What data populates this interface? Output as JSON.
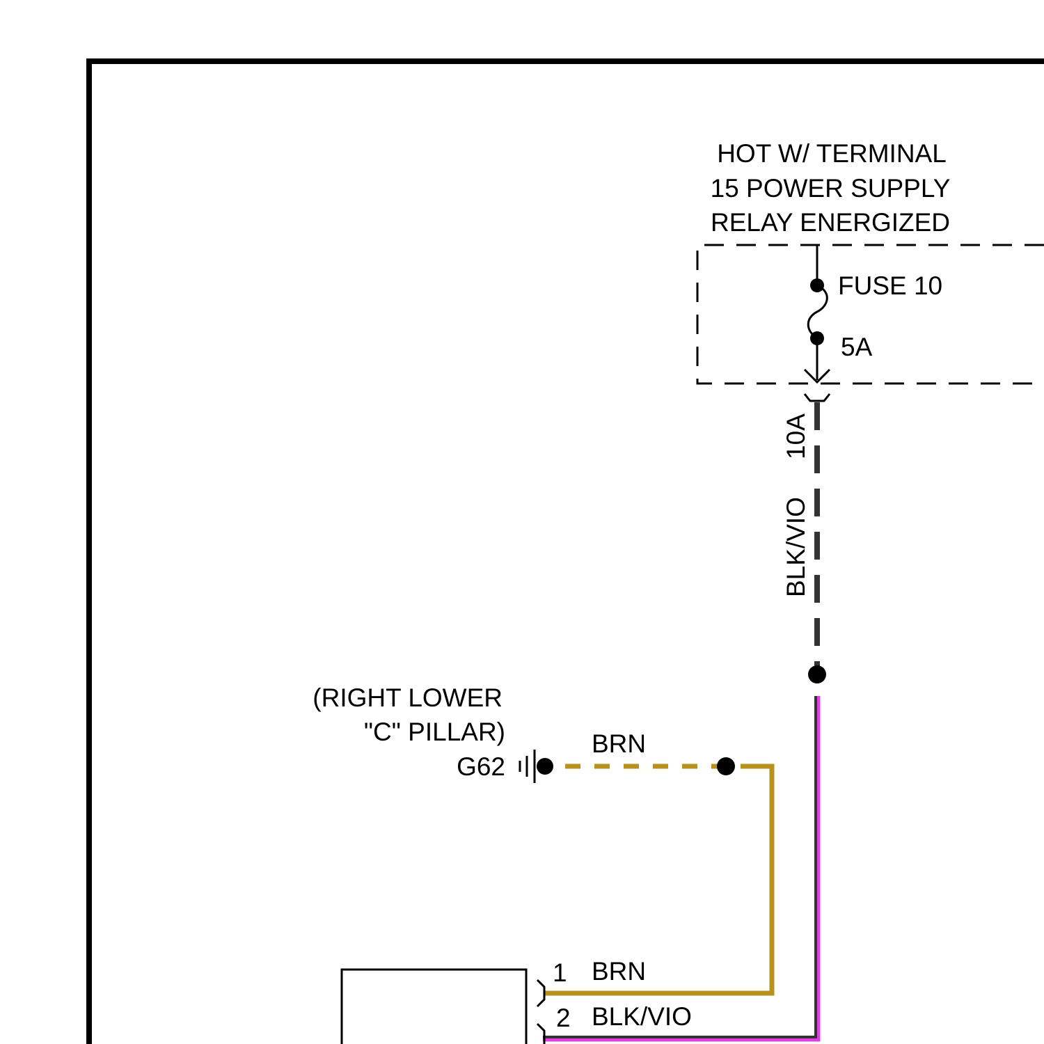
{
  "power_source": {
    "lines": [
      "HOT W/ TERMINAL",
      "15 POWER SUPPLY",
      "RELAY ENERGIZED"
    ]
  },
  "fuse": {
    "name": "FUSE 10",
    "rating": "5A"
  },
  "vertical_wire": {
    "amperage": "10A",
    "color_label": "BLK/VIO"
  },
  "ground": {
    "location_lines": [
      "(RIGHT LOWER",
      "\"C\" PILLAR)"
    ],
    "id": "G62"
  },
  "ground_wire": {
    "color_label": "BRN"
  },
  "connector": {
    "pins": [
      {
        "number": "1",
        "wire": "BRN"
      },
      {
        "number": "2",
        "wire": "BLK/VIO"
      }
    ]
  },
  "colors": {
    "brn_wire": "#b8911e",
    "blk_vio_wire": "#333333",
    "vio_highlight": "#e040e0",
    "frame": "#000000"
  }
}
